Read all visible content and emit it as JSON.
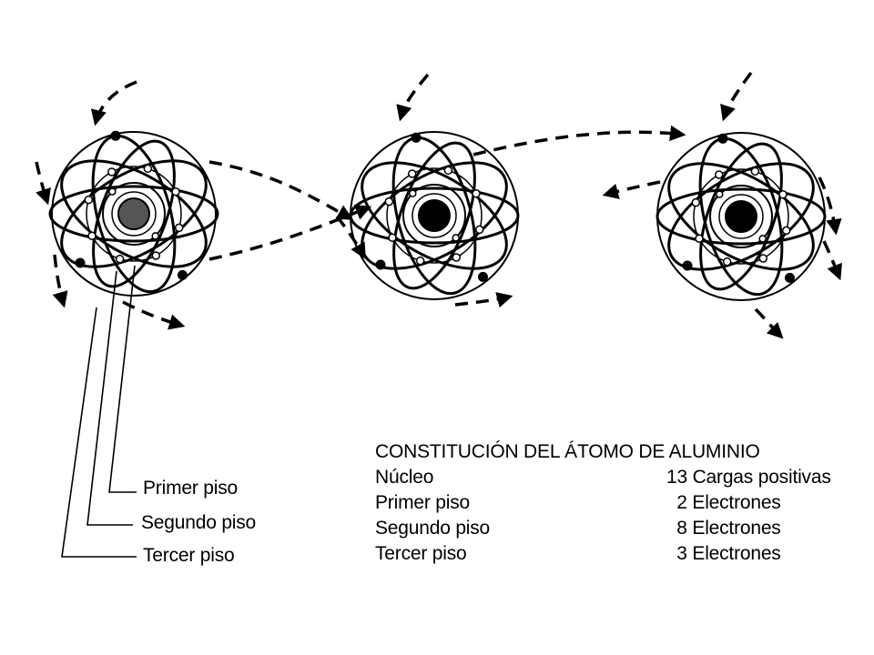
{
  "diagram": {
    "title": "CONSTITUCIÓN DEL ÁTOMO DE ALUMINIO",
    "callouts": [
      {
        "label": "Primer piso"
      },
      {
        "label": "Segundo piso"
      },
      {
        "label": "Tercer piso"
      }
    ],
    "legend": [
      {
        "part": "Núcleo",
        "value": "13 Cargas positivas"
      },
      {
        "part": "Primer piso",
        "value": "  2 Electrones"
      },
      {
        "part": "Segundo piso",
        "value": "  8 Electrones"
      },
      {
        "part": "Tercer piso",
        "value": "  3 Electrones"
      }
    ],
    "electrons": {
      "primer_piso": 2,
      "segundo_piso": 8,
      "tercer_piso": 3
    },
    "nucleus_charges": 13,
    "atom_count": 3,
    "colors": {
      "ink": "#000000",
      "paper": "#ffffff"
    }
  }
}
